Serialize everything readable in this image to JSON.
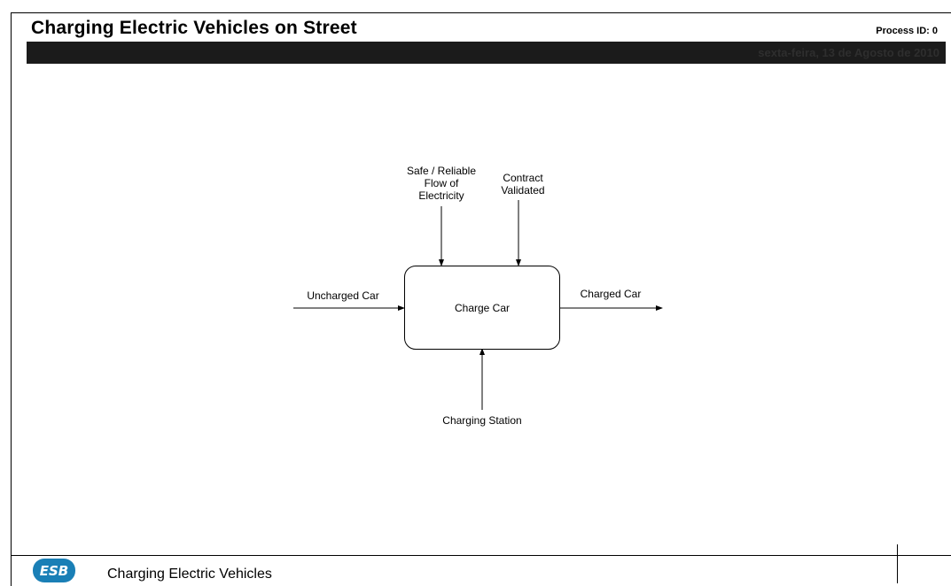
{
  "header": {
    "title": "Charging Electric Vehicles on Street",
    "process_id": "Process ID: 0",
    "date": "sexta-feira, 13 de Agosto de 2010"
  },
  "diagram": {
    "activity": "Charge Car",
    "inputs": [
      "Uncharged Car"
    ],
    "outputs": [
      "Charged Car"
    ],
    "controls": [
      "Safe / Reliable\nFlow of\nElectricity",
      "Contract\nValidated"
    ],
    "mechanisms": [
      "Charging Station"
    ]
  },
  "footer": {
    "logo_text": "ESB",
    "title": "Charging Electric Vehicles"
  }
}
